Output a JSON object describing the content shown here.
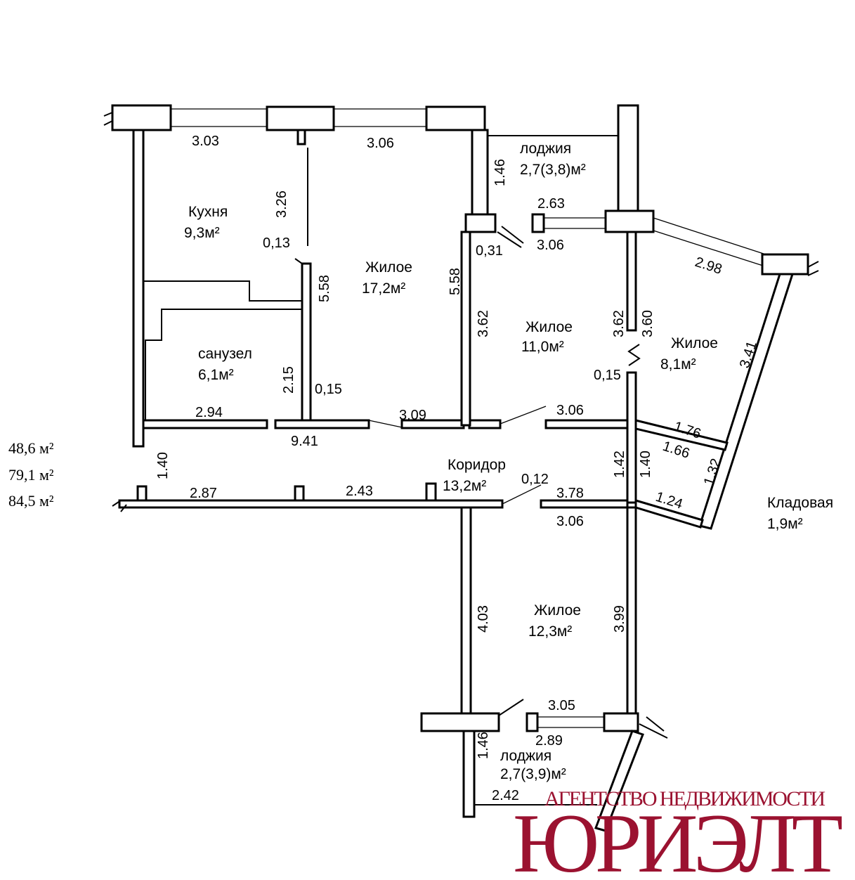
{
  "rooms": {
    "kitchen": {
      "name": "Кухня",
      "area": "9,3м²"
    },
    "living1": {
      "name": "Жилое",
      "area": "17,2м²"
    },
    "bathroom": {
      "name": "санузел",
      "area": "6,1м²"
    },
    "living2": {
      "name": "Жилое",
      "area": "11,0м²"
    },
    "living3": {
      "name": "Жилое",
      "area": "8,1м²"
    },
    "corridor": {
      "name": "Коридор",
      "area": "13,2м²"
    },
    "storage": {
      "name": "Кладовая",
      "area": "1,9м²"
    },
    "living4": {
      "name": "Жилое",
      "area": "12,3м²"
    },
    "loggia1": {
      "name": "лоджия",
      "area": "2,7(3,8)м²"
    },
    "loggia2": {
      "name": "лоджия",
      "area": "2,7(3,9)м²"
    }
  },
  "dimensions": [
    "3.03",
    "3.06",
    "1.46",
    "2.63",
    "3.06",
    "2.98",
    "3.26",
    "0,13",
    "5.58",
    "5.58",
    "0,31",
    "3.62",
    "3.62",
    "3.60",
    "3.41",
    "2.15",
    "0,15",
    "0,15",
    "2.94",
    "3.09",
    "3.06",
    "9.41",
    "1.76",
    "1.66",
    "1.32",
    "1.42",
    "1.40",
    "1.40",
    "2.87",
    "2.43",
    "0,12",
    "3.78",
    "3.06",
    "1.24",
    "4.03",
    "3.99",
    "3.05",
    "2.89",
    "1.46",
    "2.42"
  ],
  "totals": [
    "48,6 м²",
    "79,1 м²",
    "84,5 м²"
  ],
  "watermark": {
    "line1": "АГЕНТСТВО НЕДВИЖИМОСТИ",
    "line2": "ЮРИЭЛТ",
    "color": "#9b1230"
  }
}
